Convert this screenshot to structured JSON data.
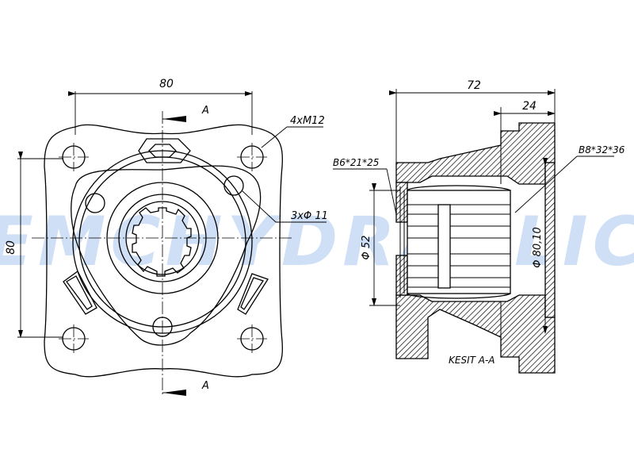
{
  "watermark": {
    "text": "EMCHYDRAULIC",
    "color": "#cfe0f6"
  },
  "front_view": {
    "dim_width": "80",
    "dim_height": "80",
    "holes_label": "4xM12",
    "bolt_holes_label": "3xΦ 11",
    "section_label_top": "A",
    "section_label_bottom": "A"
  },
  "section_view": {
    "dim_length": "72",
    "dim_flange": "24",
    "spline_left": "B6*21*25",
    "spline_right": "B8*32*36",
    "dia_left": "Φ 52",
    "dia_right": "Φ 80,10",
    "caption": "KESIT A-A"
  }
}
